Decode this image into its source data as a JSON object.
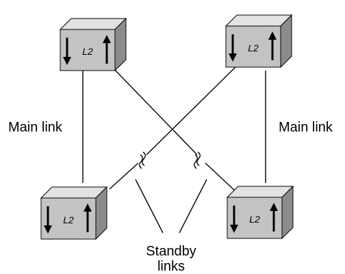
{
  "diagram": {
    "switch_label": "L2",
    "main_link_label": "Main link",
    "standby_label_line1": "Standby",
    "standby_label_line2": "links",
    "colors": {
      "box_front": "#c3c3c3",
      "box_top": "#e2e2e2",
      "box_side": "#8c8c8c",
      "stroke": "#000000"
    },
    "switches": [
      {
        "name": "switch-top-left"
      },
      {
        "name": "switch-top-right"
      },
      {
        "name": "switch-bottom-left"
      },
      {
        "name": "switch-bottom-right"
      }
    ]
  }
}
